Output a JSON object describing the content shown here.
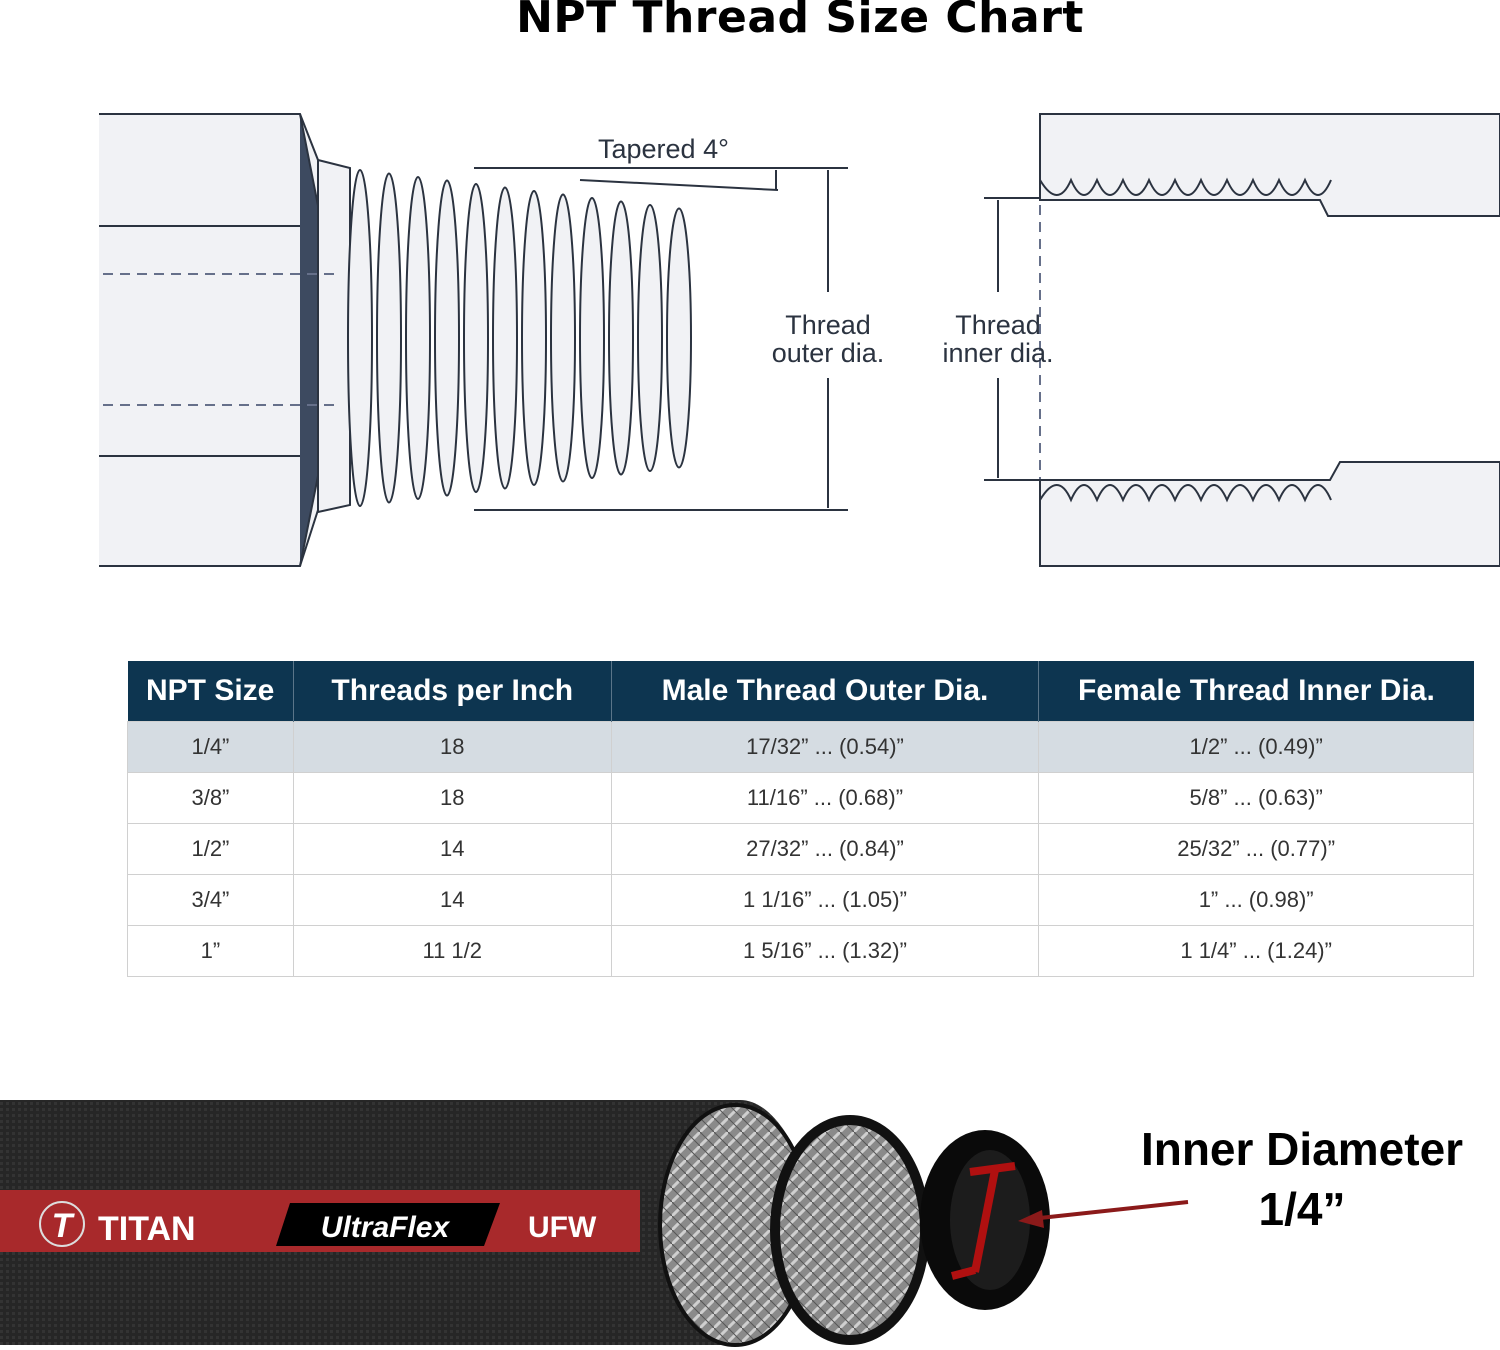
{
  "title": "NPT Thread Size Chart",
  "diagram": {
    "taper_label": "Tapered 4°",
    "outer_label_1": "Thread",
    "outer_label_2": "outer dia.",
    "inner_label_1": "Thread",
    "inner_label_2": "inner dia."
  },
  "table": {
    "headers": [
      "NPT Size",
      "Threads per Inch",
      "Male Thread Outer Dia.",
      "Female Thread Inner Dia."
    ],
    "rows": [
      [
        "1/4”",
        "18",
        "17/32” ... (0.54)”",
        "1/2” ... (0.49)”"
      ],
      [
        "3/8”",
        "18",
        "11/16” ... (0.68)”",
        "5/8” ... (0.63)”"
      ],
      [
        "1/2”",
        "14",
        "27/32” ... (0.84)”",
        "25/32” ... (0.77)”"
      ],
      [
        "3/4”",
        "14",
        "1 1/16” ... (1.05)”",
        "1” ... (0.98)”"
      ],
      [
        "1”",
        "11 1/2",
        "1 5/16” ... (1.32)”",
        "1 1/4” ... (1.24)”"
      ]
    ],
    "header_color": "#0d3550",
    "highlight_row_color": "#d5dce2"
  },
  "hose": {
    "brand": "TITAN",
    "product": "UltraFlex",
    "model": "UFW",
    "band_color": "#a8292b",
    "callout_line1": "Inner Diameter",
    "callout_line2": "1/4”"
  }
}
